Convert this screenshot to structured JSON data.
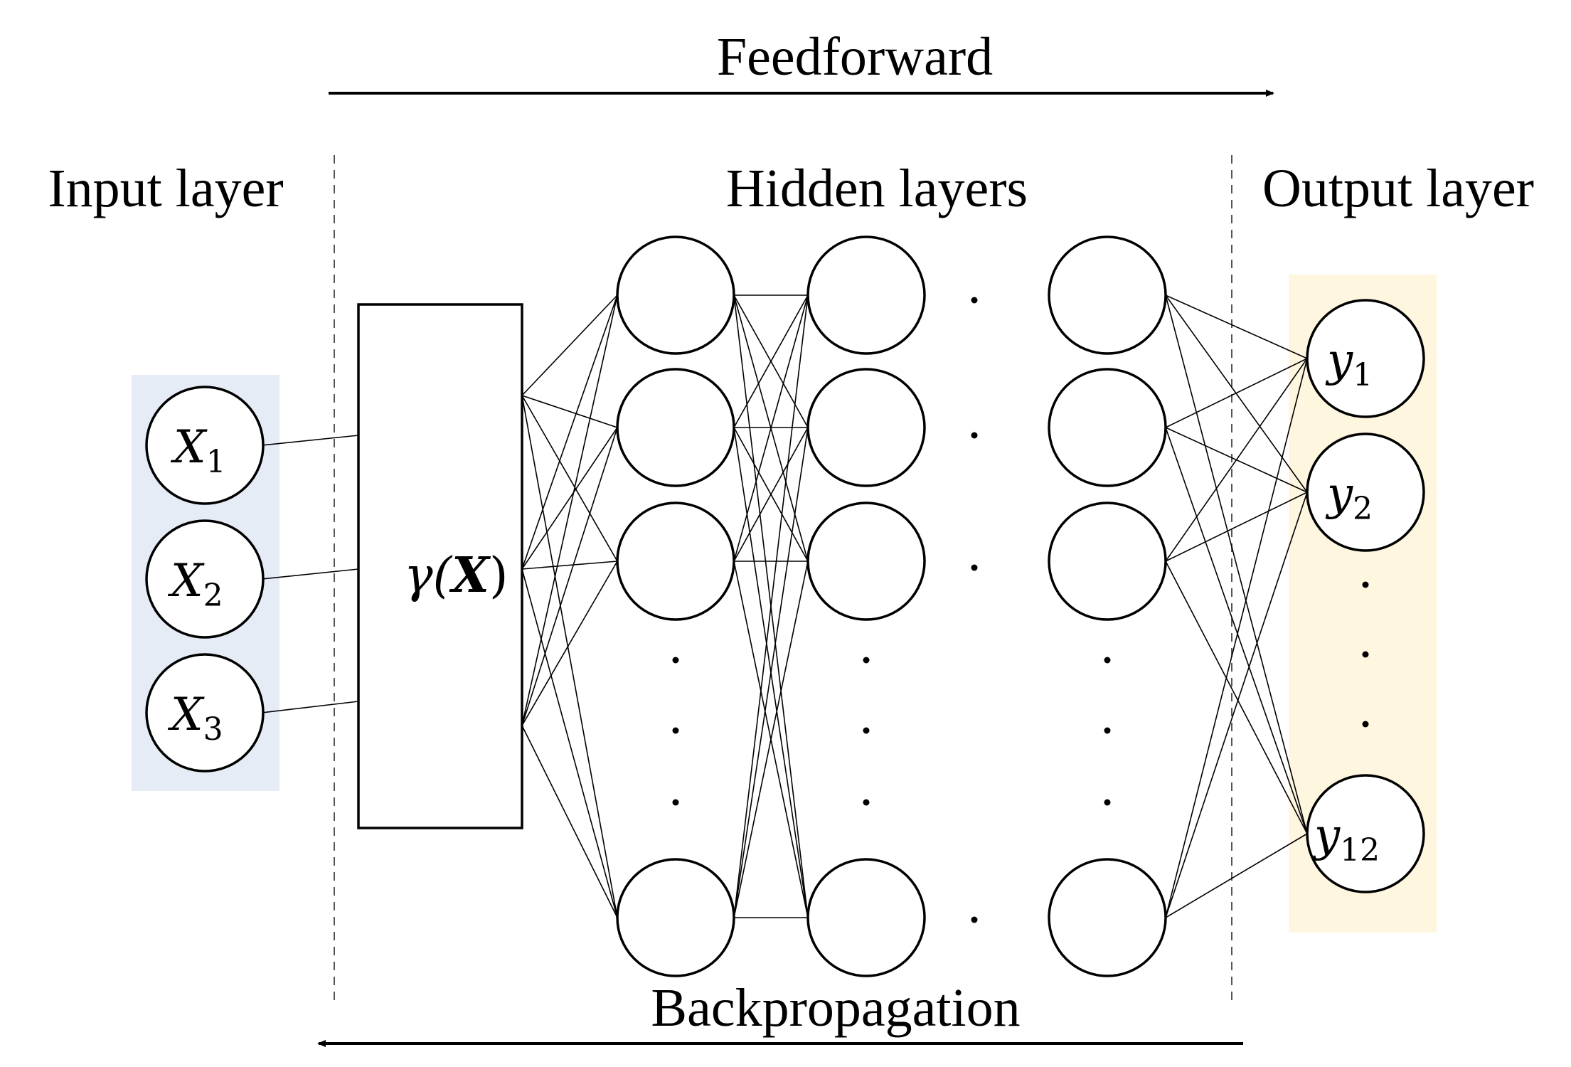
{
  "titles": {
    "feedforward": "Feedforward",
    "backpropagation": "Backpropagation",
    "input_layer": "Input layer",
    "hidden_layers": "Hidden layers",
    "output_layer": "Output layer"
  },
  "activation": {
    "prefix": "γ(",
    "var": "X",
    "suffix": ")"
  },
  "input_nodes": [
    {
      "var": "X",
      "sub": "1"
    },
    {
      "var": "X",
      "sub": "2"
    },
    {
      "var": "X",
      "sub": "3"
    }
  ],
  "output_nodes": [
    {
      "var": "y",
      "sub": "1"
    },
    {
      "var": "y",
      "sub": "2"
    },
    {
      "var": "y",
      "sub": "12"
    }
  ],
  "colors": {
    "input_panel": "#e6ecf6",
    "output_panel": "#fff6e0",
    "stroke": "#000000"
  }
}
